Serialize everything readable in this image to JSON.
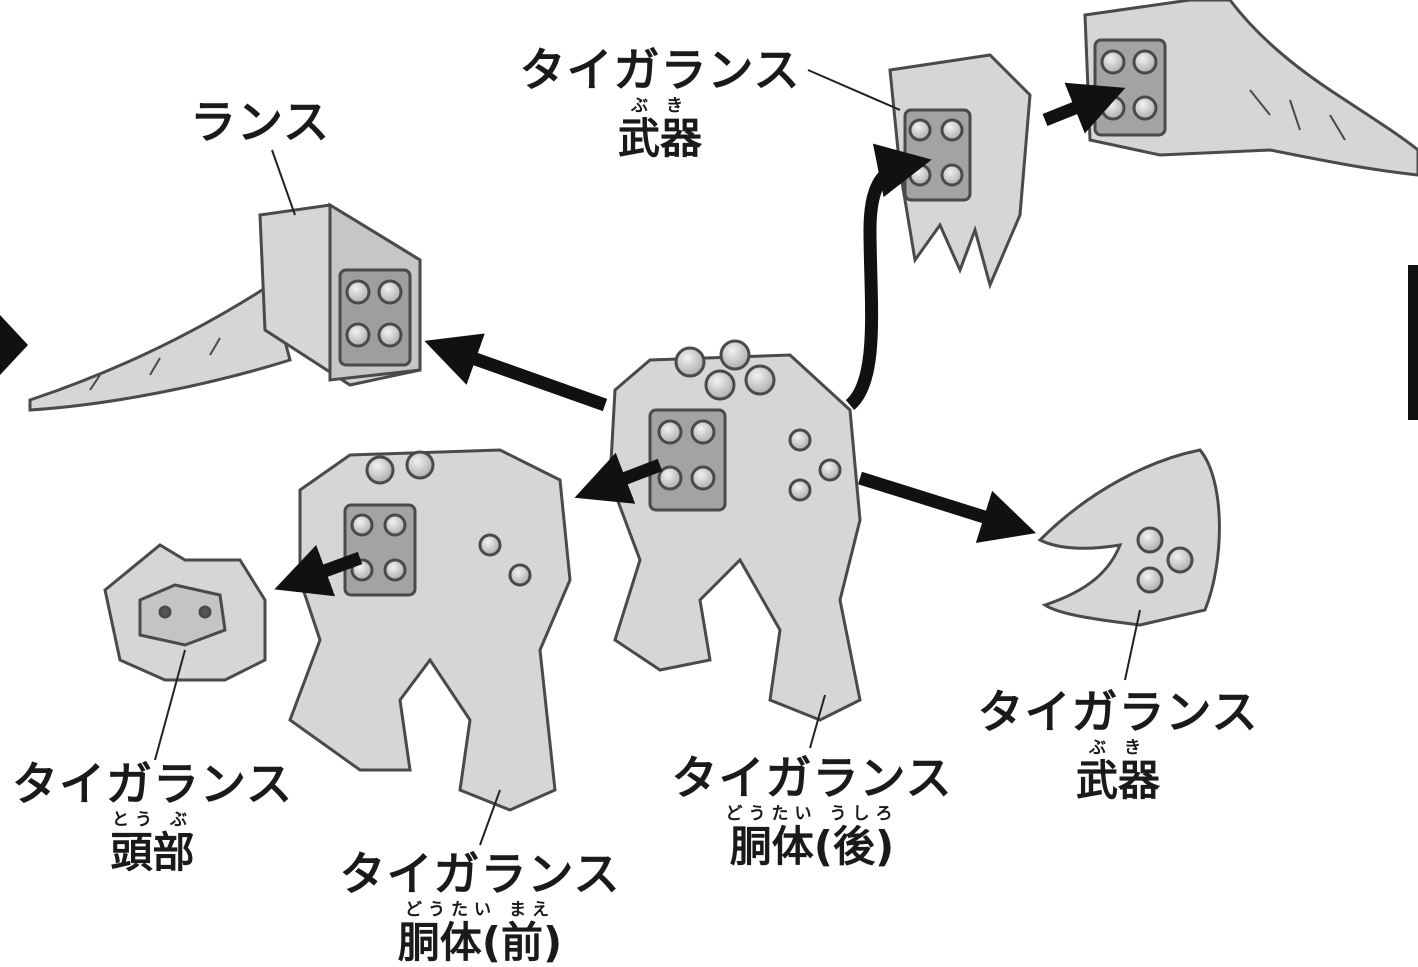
{
  "labels": {
    "lance": {
      "main": "ランス"
    },
    "weapon_top": {
      "main": "タイガランス",
      "ruby": "ぶ き",
      "sub": "武器"
    },
    "head": {
      "main": "タイガランス",
      "ruby": "とう ぶ",
      "sub": "頭部"
    },
    "body_front": {
      "main": "タイガランス",
      "ruby": "どうたい まえ",
      "sub": "胴体(前)"
    },
    "body_back": {
      "main": "タイガランス",
      "ruby": "どうたい うしろ",
      "sub": "胴体(後)"
    },
    "weapon_right": {
      "main": "タイガランス",
      "ruby": "ぶ き",
      "sub": "武器"
    }
  },
  "colors": {
    "part_fill": "#d6d6d6",
    "part_stroke": "#4a4a4a",
    "arrow": "#111111",
    "text": "#1a1a1a"
  }
}
